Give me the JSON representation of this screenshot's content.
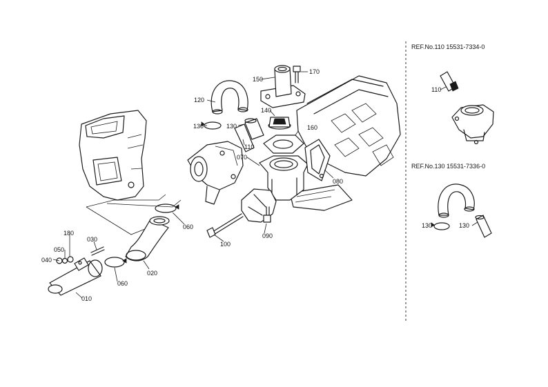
{
  "callouts": [
    {
      "id": "p010",
      "text": "010"
    },
    {
      "id": "p020",
      "text": "020"
    },
    {
      "id": "p030",
      "text": "030"
    },
    {
      "id": "p040",
      "text": "040"
    },
    {
      "id": "p050",
      "text": "050"
    },
    {
      "id": "p060a",
      "text": "060"
    },
    {
      "id": "p060b",
      "text": "060"
    },
    {
      "id": "p070",
      "text": "070"
    },
    {
      "id": "p080",
      "text": "080"
    },
    {
      "id": "p090",
      "text": "090"
    },
    {
      "id": "p100",
      "text": "100"
    },
    {
      "id": "p110",
      "text": "110"
    },
    {
      "id": "p120",
      "text": "120"
    },
    {
      "id": "p130a",
      "text": "130"
    },
    {
      "id": "p130b",
      "text": "130"
    },
    {
      "id": "p140",
      "text": "140"
    },
    {
      "id": "p150",
      "text": "150"
    },
    {
      "id": "p160",
      "text": "160"
    },
    {
      "id": "p170",
      "text": "170"
    },
    {
      "id": "p180",
      "text": "180"
    }
  ],
  "references": [
    {
      "title": "REF.No.110  15531-7334-0",
      "labels": [
        "110"
      ]
    },
    {
      "title": "REF.No.130  15531-7336-0",
      "labels": [
        "130",
        "130"
      ]
    }
  ]
}
